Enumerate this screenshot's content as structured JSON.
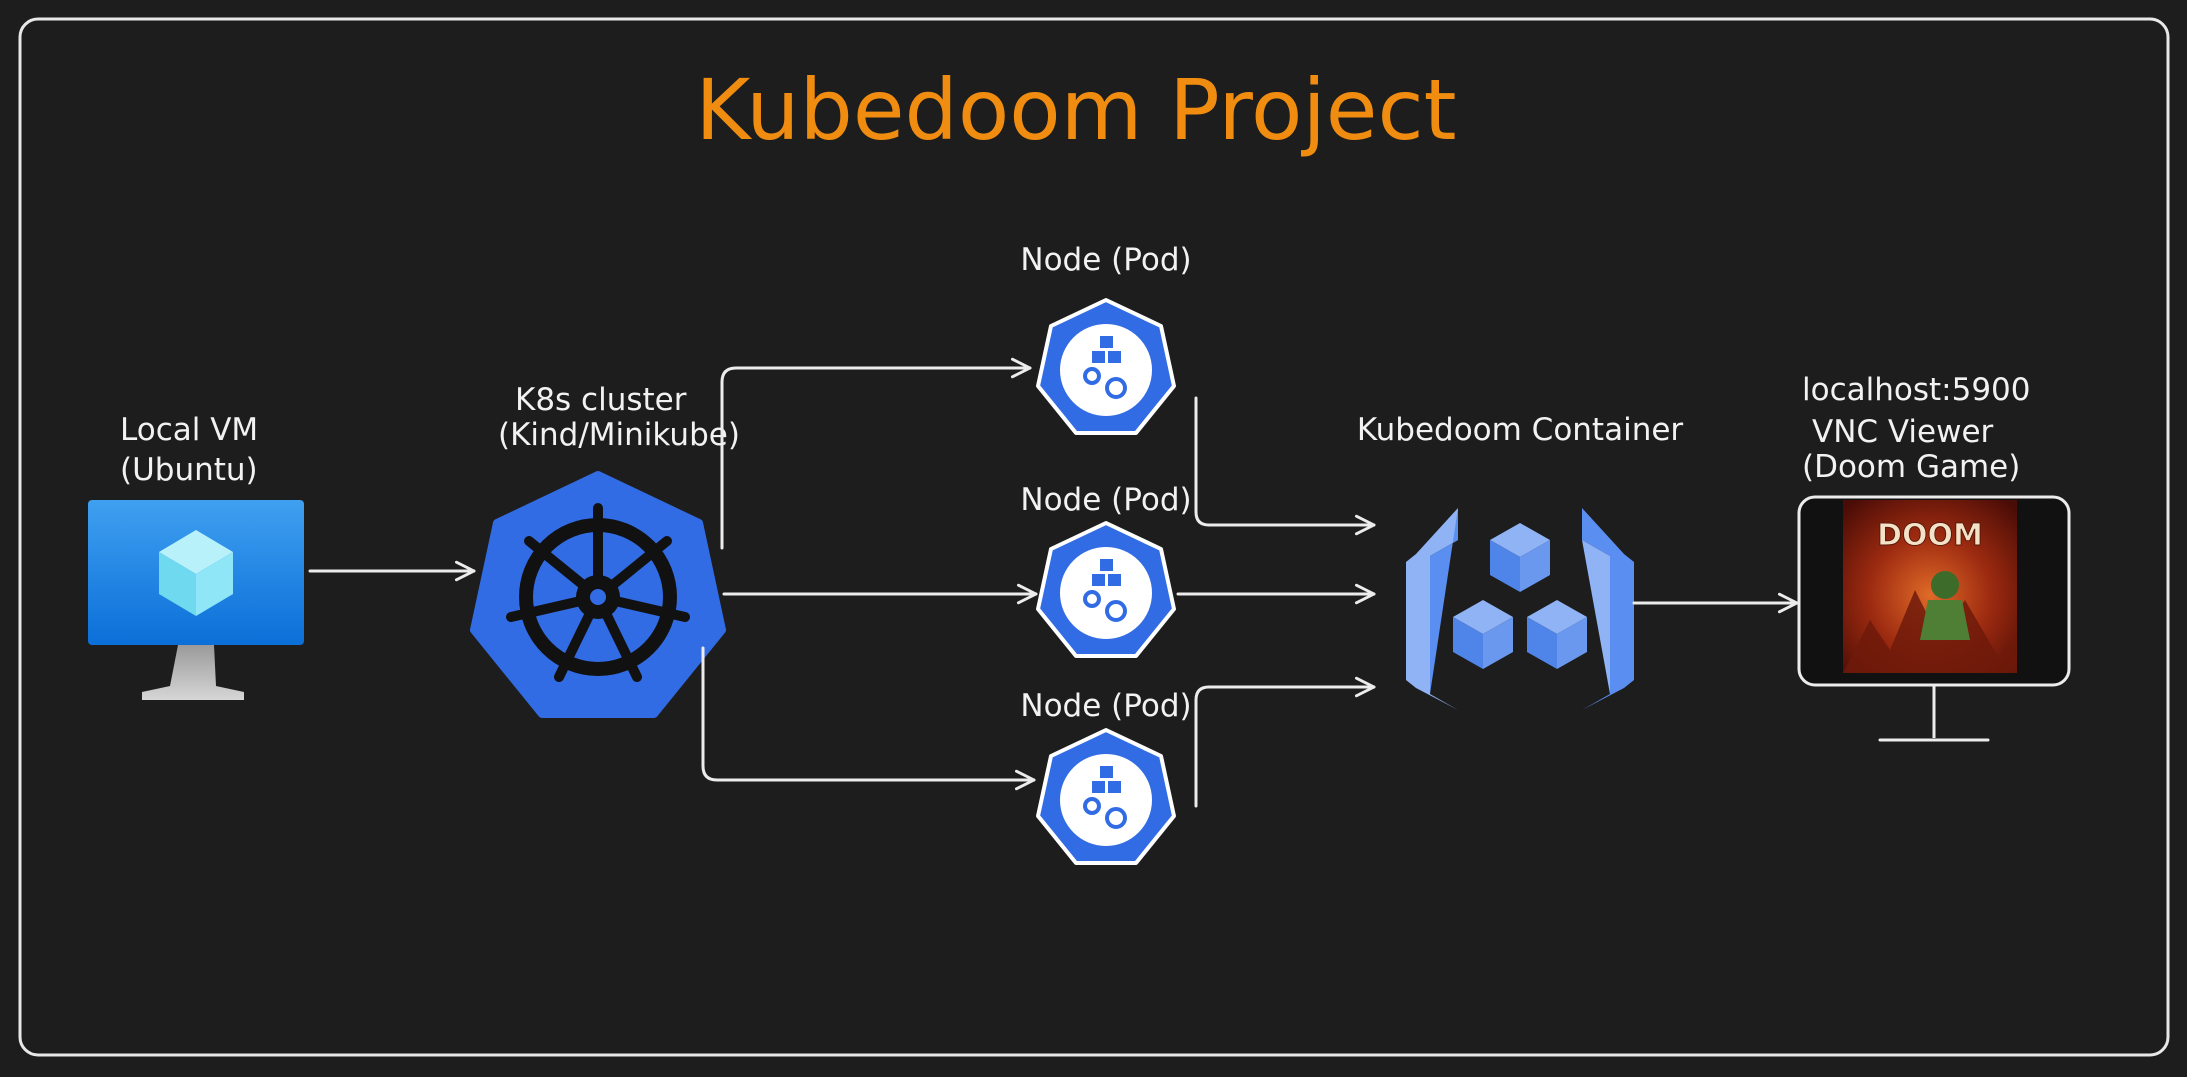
{
  "title": "Kubedoom Project",
  "nodes": {
    "local_vm": {
      "line1": "Local VM",
      "line2": "(Ubuntu)",
      "icon": "azure-vm-monitor-icon"
    },
    "k8s_cluster": {
      "line1": "K8s cluster",
      "line2": "(Kind/Minikube)",
      "icon": "kubernetes-helm-icon"
    },
    "pods": [
      {
        "label": "Node (Pod)",
        "icon": "kubernetes-pod-icon"
      },
      {
        "label": "Node (Pod)",
        "icon": "kubernetes-pod-icon"
      },
      {
        "label": "Node (Pod)",
        "icon": "kubernetes-pod-icon"
      }
    ],
    "container": {
      "label": "Kubedoom Container",
      "icon": "container-cubes-icon"
    },
    "vnc": {
      "line1": "localhost:5900",
      "line2": "VNC Viewer",
      "line3": "(Doom Game)",
      "screen_text": "DOOM",
      "icon": "monitor-icon"
    }
  },
  "colors": {
    "background": "#1d1d1d",
    "title": "#f08c10",
    "k8s_blue": "#326ce5",
    "container_blue": "#4f84e8",
    "text": "#f2f2f2"
  }
}
